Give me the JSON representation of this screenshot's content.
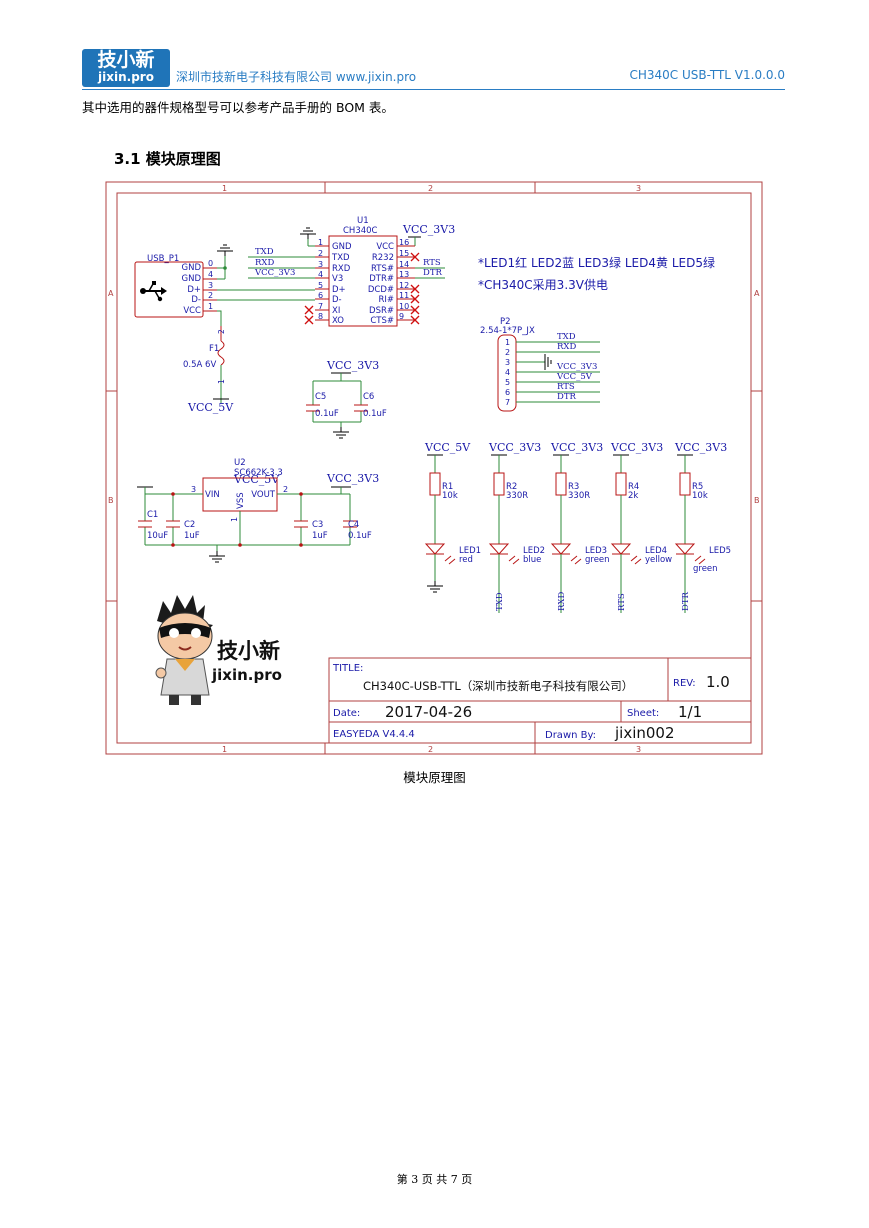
{
  "header": {
    "logo_cn": "技小新",
    "logo_en": "jixin.pro",
    "company": "深圳市技新电子科技有限公司 www.jixin.pro",
    "doc_title": "CH340C USB-TTL V1.0.0.0"
  },
  "intro_text": "其中选用的器件规格型号可以参考产品手册的 BOM 表。",
  "section_title": "3.1 模块原理图",
  "schematic": {
    "frame_cols": [
      "1",
      "2",
      "3"
    ],
    "frame_rows": [
      "A",
      "B"
    ],
    "notes": [
      "*LED1红 LED2蓝 LED3绿 LED4黄 LED5绿",
      "*CH340C采用3.3V供电"
    ],
    "usb": {
      "ref": "USB_P1",
      "pins": [
        "GND",
        "GND",
        "D+",
        "D-",
        "VCC"
      ],
      "nums": [
        "0",
        "4",
        "3",
        "2",
        "1"
      ]
    },
    "fuse": {
      "ref": "F1",
      "value": "0.5A 6V",
      "pin_top": "2",
      "pin_bottom": "1",
      "net": "VCC_5V"
    },
    "u1": {
      "ref": "U1",
      "part": "CH340C",
      "left_pins": [
        "GND",
        "TXD",
        "RXD",
        "V3",
        "D+",
        "D-",
        "XI",
        "XO"
      ],
      "left_nums": [
        "1",
        "2",
        "3",
        "4",
        "5",
        "6",
        "7",
        "8"
      ],
      "right_pins": [
        "VCC",
        "R232",
        "RTS#",
        "DTR#",
        "DCD#",
        "RI#",
        "DSR#",
        "CTS#"
      ],
      "right_nums": [
        "16",
        "15",
        "14",
        "13",
        "12",
        "11",
        "10",
        "9"
      ],
      "net_vcc": "VCC_3V3",
      "left_nets": [
        "TXD",
        "RXD",
        "VCC_3V3"
      ],
      "right_nets": [
        "RTS",
        "DTR"
      ]
    },
    "decoupling": {
      "net": "VCC_3V3",
      "caps": [
        {
          "ref": "C5",
          "value": "0.1uF"
        },
        {
          "ref": "C6",
          "value": "0.1uF"
        }
      ]
    },
    "p2": {
      "ref": "P2",
      "part": "2.54-1*7P_JX",
      "nums": [
        "1",
        "2",
        "3",
        "4",
        "5",
        "6",
        "7"
      ],
      "nets": [
        "TXD",
        "RXD",
        "",
        "VCC_3V3",
        "VCC_5V",
        "RTS",
        "DTR"
      ]
    },
    "u2": {
      "ref": "U2",
      "part": "SC662K-3.3",
      "pin_vin": "VIN",
      "pin_vss": "VSS",
      "pin_vout": "VOUT",
      "num_vin": "3",
      "num_vss": "1",
      "num_vout": "2",
      "net_in": "VCC_5V",
      "net_out": "VCC_3V3",
      "caps": [
        {
          "ref": "C1",
          "value": "10uF"
        },
        {
          "ref": "C2",
          "value": "1uF"
        },
        {
          "ref": "C3",
          "value": "1uF"
        },
        {
          "ref": "C4",
          "value": "0.1uF"
        }
      ]
    },
    "leds": [
      {
        "net": "VCC_5V",
        "res": "R1",
        "res_val": "10k",
        "led": "LED1",
        "color": "red",
        "bottom": ""
      },
      {
        "net": "VCC_3V3",
        "res": "R2",
        "res_val": "330R",
        "led": "LED2",
        "color": "blue",
        "bottom": "TXD"
      },
      {
        "net": "VCC_3V3",
        "res": "R3",
        "res_val": "330R",
        "led": "LED3",
        "color": "green",
        "bottom": "RXD"
      },
      {
        "net": "VCC_3V3",
        "res": "R4",
        "res_val": "2k",
        "led": "LED4",
        "color": "yellow",
        "bottom": "RTS"
      },
      {
        "net": "VCC_3V3",
        "res": "R5",
        "res_val": "10k",
        "led": "LED5",
        "color": "green",
        "bottom": "DTR"
      }
    ],
    "mascot_cn": "技小新",
    "mascot_en": "jixin.pro",
    "title_block": {
      "title_label": "TITLE:",
      "title": "CH340C-USB-TTL（深圳市技新电子科技有限公司）",
      "rev_label": "REV:",
      "rev": "1.0",
      "date_label": "Date:",
      "date": "2017-04-26",
      "sheet_label": "Sheet:",
      "sheet": "1/1",
      "tool": "EASYEDA V4.4.4",
      "drawn_label": "Drawn By:",
      "drawn": "jixin002"
    },
    "colors": {
      "wire": "#2e8b3a",
      "part": "#b81414",
      "text": "#1a1aa8",
      "frame": "#b04040"
    }
  },
  "caption": "模块原理图",
  "footer": "第 3 页 共 7 页"
}
